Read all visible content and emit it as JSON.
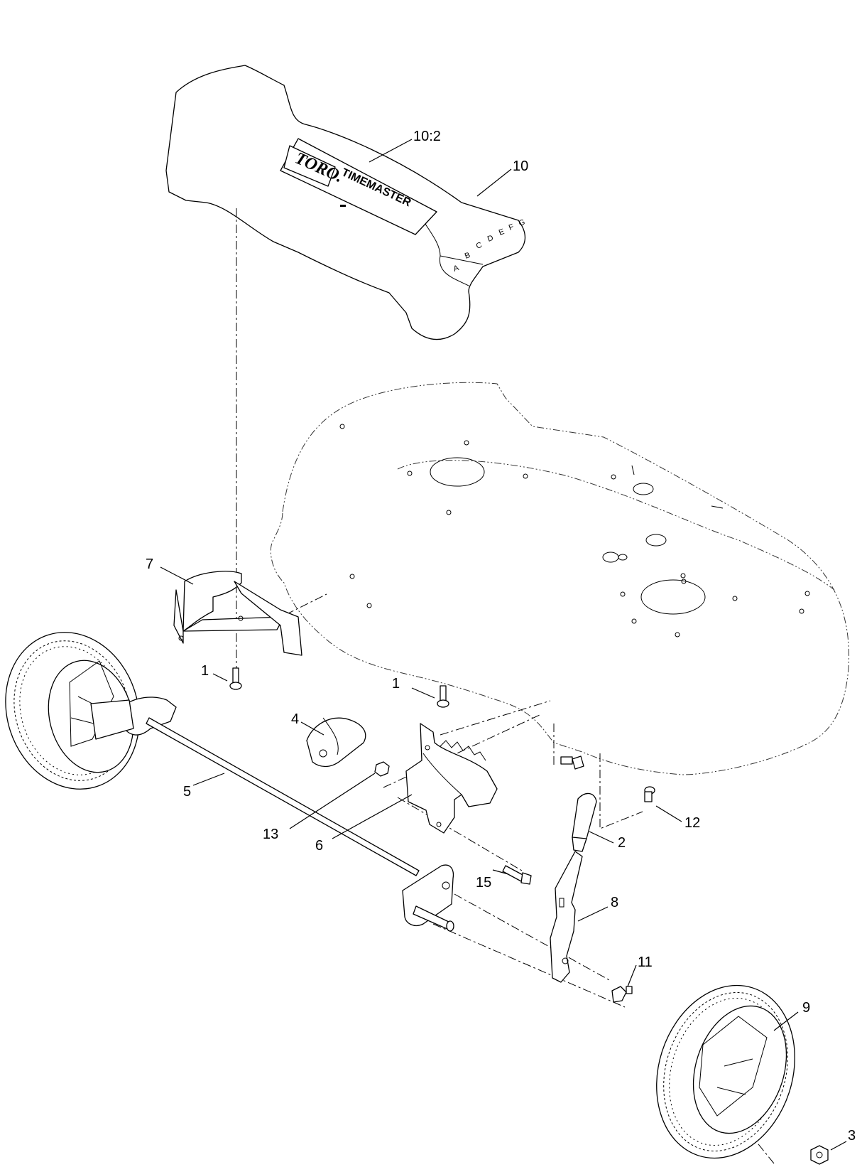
{
  "diagram": {
    "callouts": {
      "c10_2": "10:2",
      "c10": "10",
      "c7": "7",
      "c1a": "1",
      "c1b": "1",
      "c4": "4",
      "c5": "5",
      "c13": "13",
      "c6": "6",
      "c12": "12",
      "c2": "2",
      "c15": "15",
      "c8": "8",
      "c11": "11",
      "c9": "9",
      "c3": "3"
    },
    "decal": {
      "brand": "TORO.",
      "model": "TIMEMASTER",
      "height_letters": [
        "A",
        "B",
        "C",
        "D",
        "E",
        "F",
        "G"
      ]
    }
  }
}
